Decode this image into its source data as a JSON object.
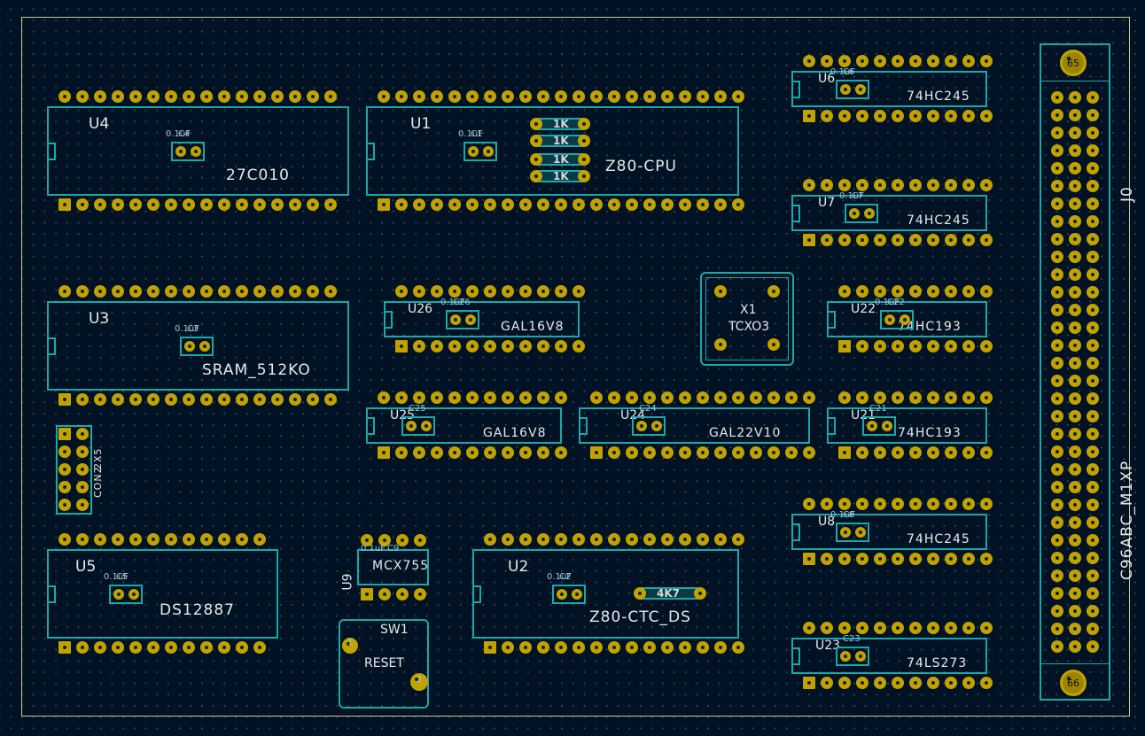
{
  "board": {
    "chips": [
      {
        "ref": "U4",
        "value": "27C010",
        "cap_label": "0.1uF",
        "cap_ref": "C4"
      },
      {
        "ref": "U1",
        "value": "Z80-CPU",
        "cap_label": "0.1uF",
        "cap_ref": "C1"
      },
      {
        "ref": "U3",
        "value": "SRAM_512KO",
        "cap_label": "0.1uF",
        "cap_ref": "C3"
      },
      {
        "ref": "U26",
        "value": "GAL16V8",
        "cap_ref": "C26",
        "cap_label": "0.1uF"
      },
      {
        "ref": "U25",
        "value": "GAL16V8",
        "cap_ref": "C25"
      },
      {
        "ref": "U24",
        "value": "GAL22V10",
        "cap_ref": "C24"
      },
      {
        "ref": "U5",
        "value": "DS12887",
        "cap_label": "0.1uF",
        "cap_ref": "C5"
      },
      {
        "ref": "U2",
        "value": "Z80-CTC_DS",
        "cap_label": "0.1uF",
        "cap_ref": "C2"
      },
      {
        "ref": "U6",
        "value": "74HC245",
        "cap_label": "0.1uF",
        "cap_ref": "C6"
      },
      {
        "ref": "U7",
        "value": "74HC245",
        "cap_label": "0.1uF",
        "cap_ref": "C7"
      },
      {
        "ref": "U22",
        "value": "74HC193",
        "cap_label": "0.1uF",
        "cap_ref": "C22"
      },
      {
        "ref": "U21",
        "value": "74HC193",
        "cap_ref": "C21"
      },
      {
        "ref": "U8",
        "value": "74HC245",
        "cap_label": "0.1uF",
        "cap_ref": "C8"
      },
      {
        "ref": "U23",
        "value": "74LS273",
        "cap_ref": "C23"
      },
      {
        "ref": "U9",
        "value": "MCX755",
        "cap_label": "0.1uF",
        "cap_ref": "C9"
      }
    ],
    "resistors": [
      "1K",
      "1K",
      "1K",
      "1K"
    ],
    "resistor_ctc": "4K7",
    "crystal": {
      "ref": "X1",
      "value": "TCXO3"
    },
    "switch": {
      "ref": "SW1",
      "value": "RESET",
      "pad1": "1",
      "pad2": "2"
    },
    "header": {
      "ref": "CON2",
      "value": "2X5"
    },
    "connector": {
      "ref": "J0",
      "value": "C96ABC_M1XP",
      "mount_top": "65",
      "mount_bottom": "66"
    }
  }
}
